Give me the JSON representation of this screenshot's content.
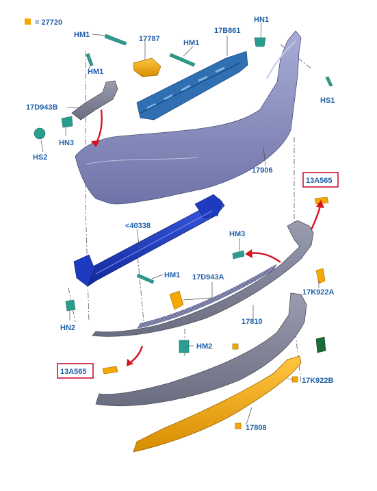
{
  "legend": {
    "marker_color": "#f5a800",
    "text": "= 27720"
  },
  "labels": {
    "hm1_a": "HM1",
    "hm1_b": "HM1",
    "hm1_c": "HM1",
    "hm1_d": "HM1",
    "p17787": "17787",
    "p17b861": "17B861",
    "hn1": "HN1",
    "hs1": "HS1",
    "p17d943b": "17D943B",
    "hn3": "HN3",
    "hs2": "HS2",
    "p17906": "17906",
    "p13a565_a": "13A565",
    "p40338": "<40338",
    "hm3": "HM3",
    "p17d943a": "17D943A",
    "p17k922a": "17K922A",
    "hn2": "HN2",
    "p17810": "17810",
    "hm2": "HM2",
    "p13a565_b": "13A565",
    "p17k922b": "17K922B",
    "p17808": "17808"
  },
  "colors": {
    "label": "#1f5fa8",
    "bumper_cover": "#8e93c4",
    "absorber": "#2a5fa8",
    "reinforcement": "#1d3ec8",
    "teal_parts": "#2a9d8f",
    "orange_parts": "#f5a800",
    "callout_red": "#c8102e"
  }
}
